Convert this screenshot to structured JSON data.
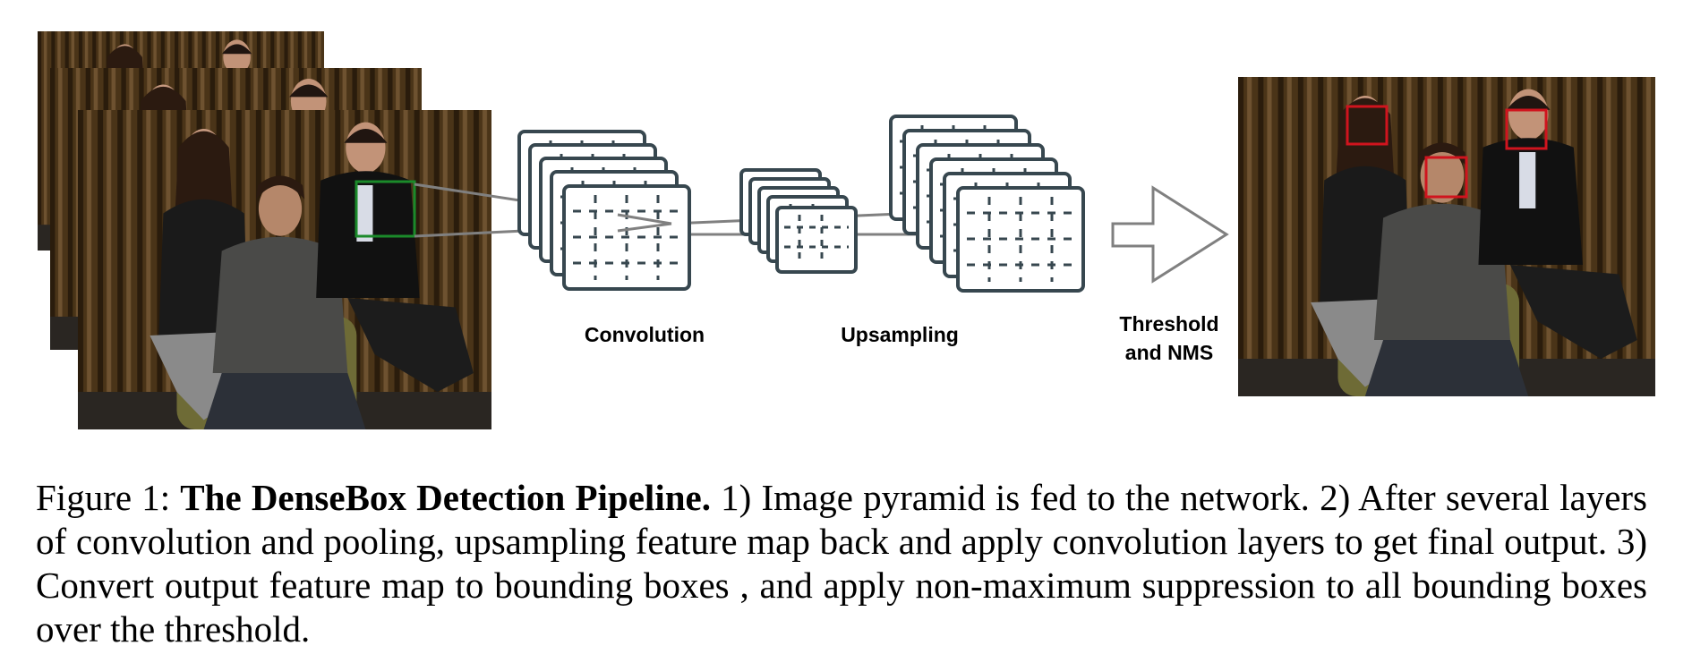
{
  "labels": {
    "convolution": "Convolution",
    "upsampling": "Upsampling",
    "threshold_line1": "Threshold",
    "threshold_line2": "and NMS"
  },
  "caption": {
    "prefix": "Figure 1: ",
    "title": "The DenseBox Detection Pipeline.",
    "body": " 1) Image pyramid is fed to the network. 2) After several layers of convolution and pooling, upsampling feature map back and apply convolution layers to get final output. 3) Convert output feature map to bounding boxes , and apply non-maximum suppression to all bounding boxes over the threshold."
  },
  "colors": {
    "map_stroke": "#37474f",
    "connector": "#808080",
    "input_box": "#1b8a2a",
    "detection_box": "#d0141e",
    "curtain": "#4a3418"
  }
}
